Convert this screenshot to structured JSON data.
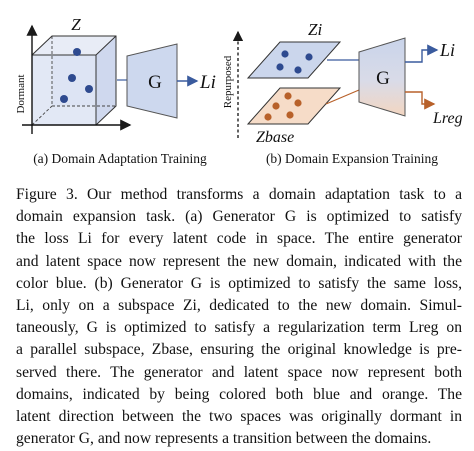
{
  "figure": {
    "panel_a": {
      "caption": "(a) Domain Adaptation Training",
      "latent_label": "Z",
      "axis_label": "Dormant",
      "generator_label": "G",
      "loss_label": "Li",
      "latent_color": "#dce3f2",
      "point_color": "#2e4a8f"
    },
    "panel_b": {
      "caption": "(b) Domain Expansion Training",
      "axis_label": "Repurposed",
      "upper_latent_label": "Zi",
      "lower_latent_label": "Zbase",
      "generator_label": "G",
      "loss_top_label": "Li",
      "loss_bottom_label": "Lreg",
      "upper_color": "#cbd6ec",
      "lower_color": "#f6dcc8",
      "upper_point_color": "#2e4a8f",
      "lower_point_color": "#b8612a",
      "generator_top_color": "#c9d4ea",
      "generator_bottom_color": "#f3d6c1"
    }
  },
  "caption": {
    "lines": [
      "Figure 3.  Our method transforms a domain adaptation task to a",
      "domain expansion task.  (a) Generator G is optimized to satisfy",
      "the loss Li for every latent code in space.  The entire generator",
      "and latent space now represent the new domain, indicated with the",
      "color blue. (b) Generator G is optimized to satisfy the same loss,",
      "Li, only on a subspace Zi, dedicated to the new domain.  Simul-",
      "taneously, G is optimized to satisfy a regularization term Lreg on",
      "a parallel subspace, Zbase, ensuring the original knowledge is pre-",
      "served there.  The generator and latent space now represent both",
      "domains, indicated by being colored both blue and orange.  The",
      "latent direction between the two spaces was originally dormant in",
      "generator G, and now represents a transition between the domains."
    ]
  }
}
